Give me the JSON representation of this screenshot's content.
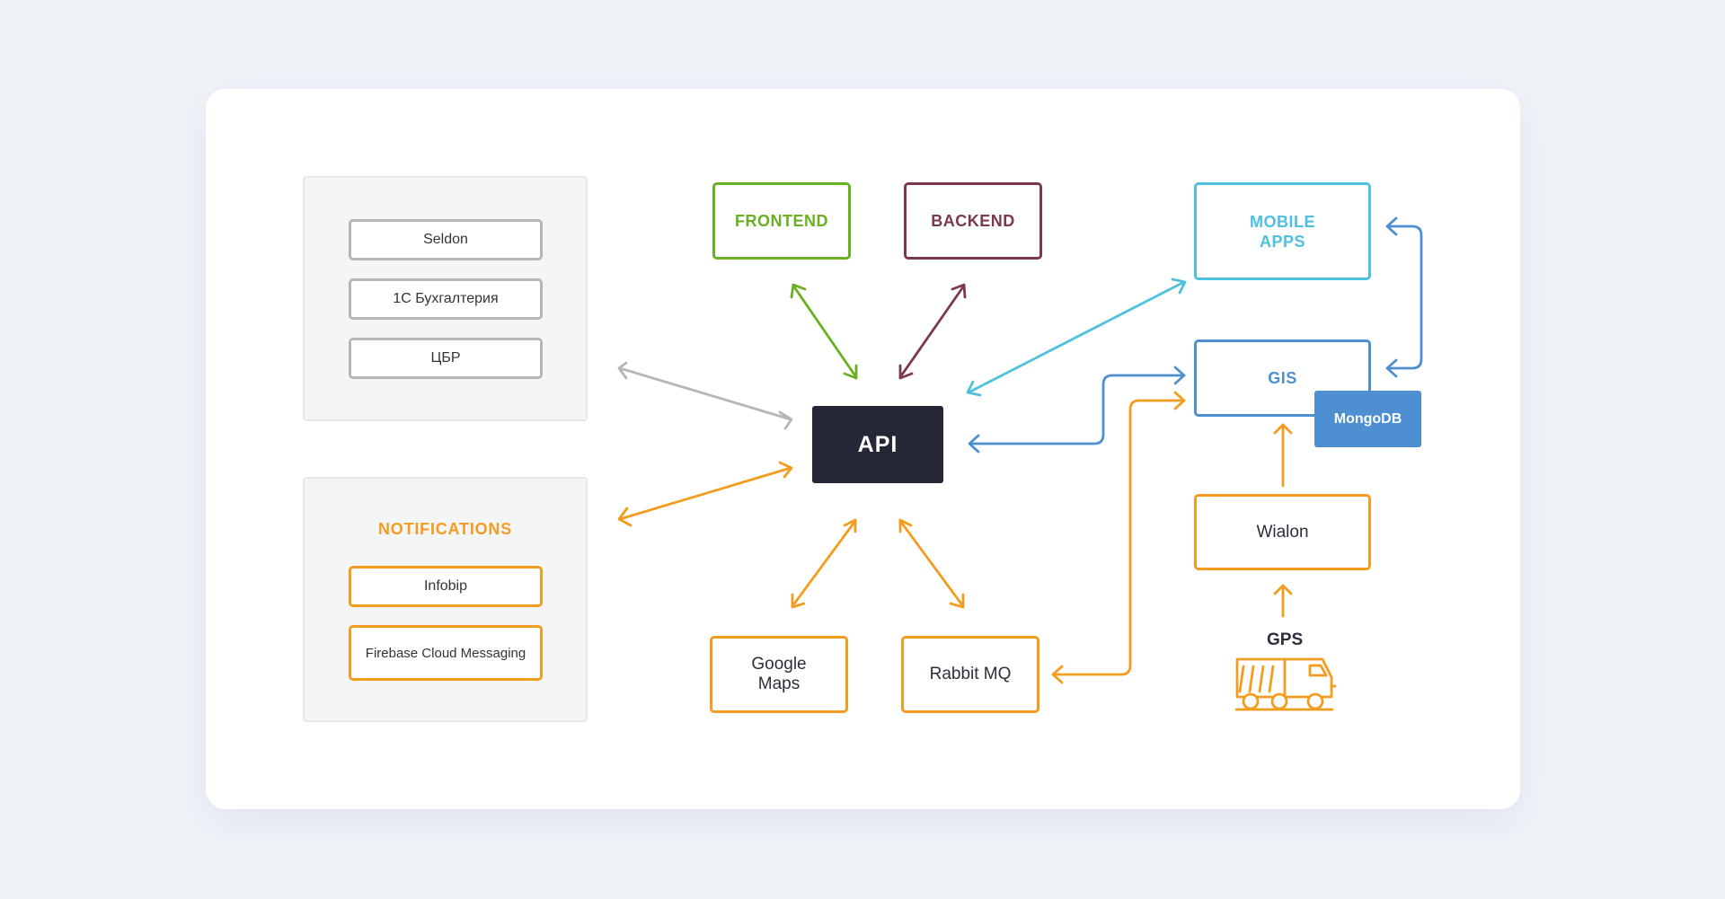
{
  "integrations_panel": {
    "items": [
      "Seldon",
      "1С Бухгалтерия",
      "ЦБР"
    ]
  },
  "notifications_panel": {
    "title": "NOTIFICATIONS",
    "items": [
      "Infobip",
      "Firebase Cloud Messaging"
    ]
  },
  "nodes": {
    "frontend": "FRONTEND",
    "backend": "BACKEND",
    "api": "API",
    "google_maps_line1": "Google",
    "google_maps_line2": "Maps",
    "rabbit_mq": "Rabbit MQ",
    "mobile_apps_line1": "MOBILE",
    "mobile_apps_line2": "APPS",
    "gis": "GIS",
    "mongodb": "MongoDB",
    "wialon": "Wialon",
    "gps": "GPS"
  },
  "colors": {
    "gray": "#b6b6b6",
    "orange": "#f39c1f",
    "green": "#6ab023",
    "maroon": "#7b3a4b",
    "cyan": "#4ec1dc",
    "blue": "#4d8fd1",
    "api_bg": "#252737"
  }
}
